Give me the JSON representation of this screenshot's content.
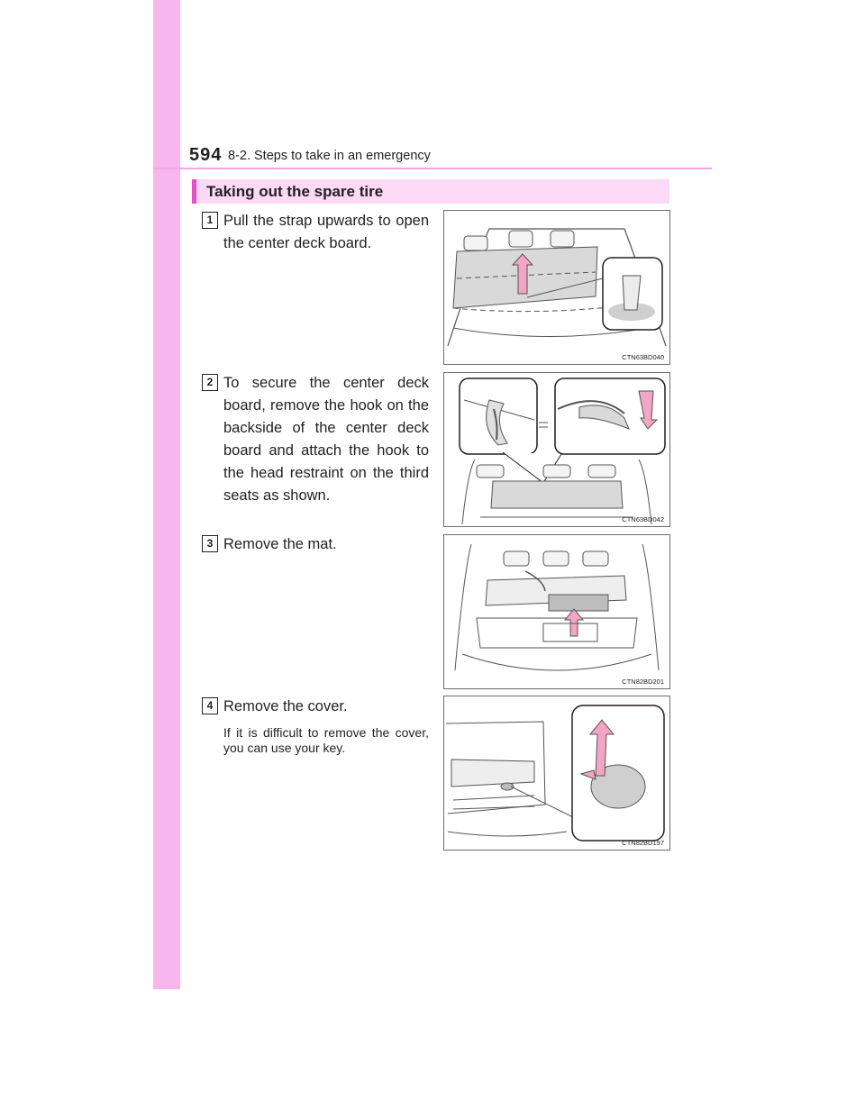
{
  "header": {
    "page_number": "594",
    "section": "8-2. Steps to take in an emergency"
  },
  "section": {
    "title": "Taking out the spare tire"
  },
  "steps": [
    {
      "number": "1",
      "text": "Pull the strap upwards to open the center deck board.",
      "figure_code": "CTN63BD040"
    },
    {
      "number": "2",
      "text": "To secure the center deck board, remove the hook on the backside of the center deck board and attach the hook to the head restraint on the third seats as shown.",
      "figure_code": "CTN63BD042"
    },
    {
      "number": "3",
      "text": "Remove the mat.",
      "figure_code": "CTN82BD201"
    },
    {
      "number": "4",
      "text": "Remove the cover.",
      "note": "If it is difficult to remove the cover, you can use your key.",
      "figure_code": "CTN82BD197"
    }
  ],
  "colors": {
    "sidebar": "#f7b6ee",
    "accent": "#e84fc9",
    "section_bg": "#fcd9f5",
    "arrow": "#f2a6c4"
  }
}
